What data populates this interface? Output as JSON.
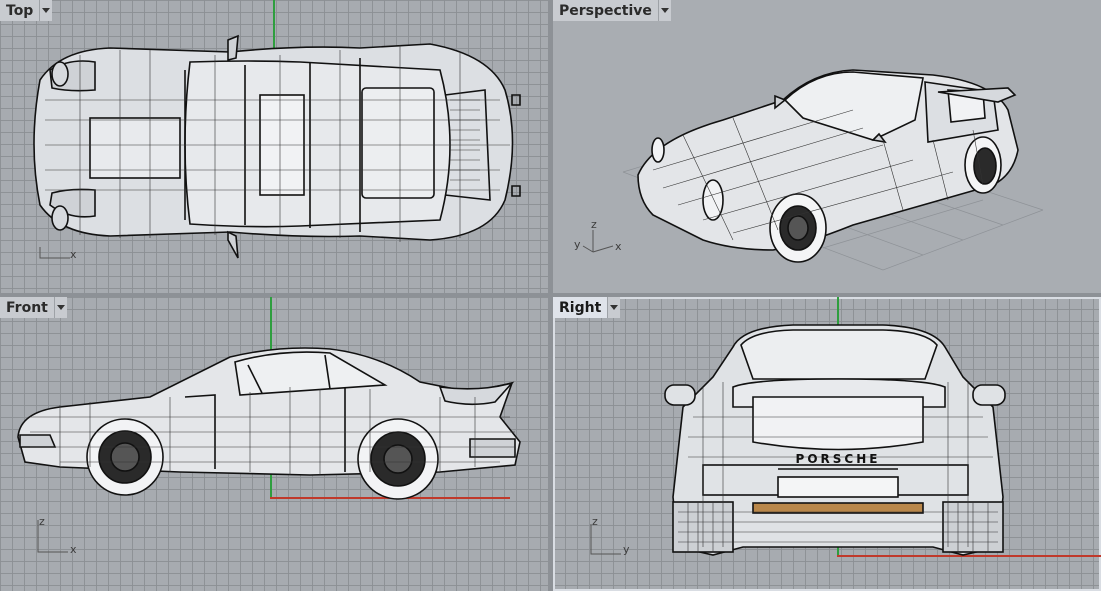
{
  "viewports": [
    {
      "id": "top",
      "label": "Top",
      "axes": {
        "h": "x",
        "v": ""
      }
    },
    {
      "id": "perspective",
      "label": "Perspective",
      "axes": {
        "a": "z",
        "b": "y",
        "c": "x"
      }
    },
    {
      "id": "front",
      "label": "Front",
      "axes": {
        "h": "x",
        "v": "z"
      }
    },
    {
      "id": "right",
      "label": "Right",
      "axes": {
        "h": "y",
        "v": "z"
      }
    }
  ],
  "rear_badge": "PORSCHE",
  "colors": {
    "grid_bg": "#a7abb0",
    "grid_line": "#8c8f94",
    "x_axis": "#c0392b",
    "y_axis": "#2e9e3e",
    "wire": "#111111",
    "active_border": "#d9dde3",
    "reflector": "#b9874a"
  },
  "icons": {
    "dropdown": "chevron-down-icon"
  }
}
